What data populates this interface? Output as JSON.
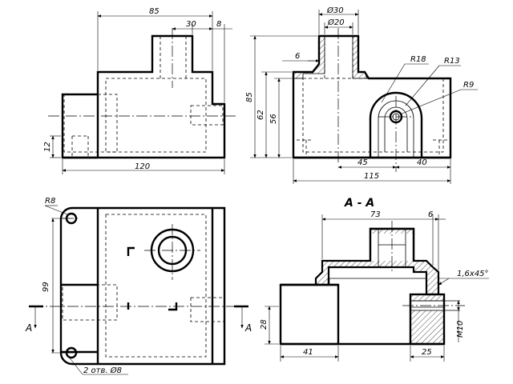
{
  "views": {
    "front": {
      "dims": {
        "total_width_top": "85",
        "boss_offset": "30",
        "boss_right": "8",
        "base_height": "12",
        "total_width_bottom": "120"
      }
    },
    "side": {
      "dims": {
        "boss_outer": "Ø30",
        "boss_inner": "Ø20",
        "wall": "6",
        "r18": "R18",
        "r13": "R13",
        "r9": "R9",
        "height_85": "85",
        "height_62": "62",
        "height_56": "56",
        "width_45": "45",
        "width_40": "40",
        "width_115": "115"
      }
    },
    "top": {
      "dims": {
        "r8": "R8",
        "height_99": "99",
        "holes": "2 отв. Ø8"
      },
      "section_marks": {
        "left": "A",
        "right": "A"
      }
    },
    "section": {
      "title": "A - A",
      "dims": {
        "width_73": "73",
        "wall_6": "6",
        "chamfer": "1,6x45°",
        "height_28": "28",
        "thread": "M10",
        "width_41": "41",
        "width_25": "25"
      }
    }
  }
}
